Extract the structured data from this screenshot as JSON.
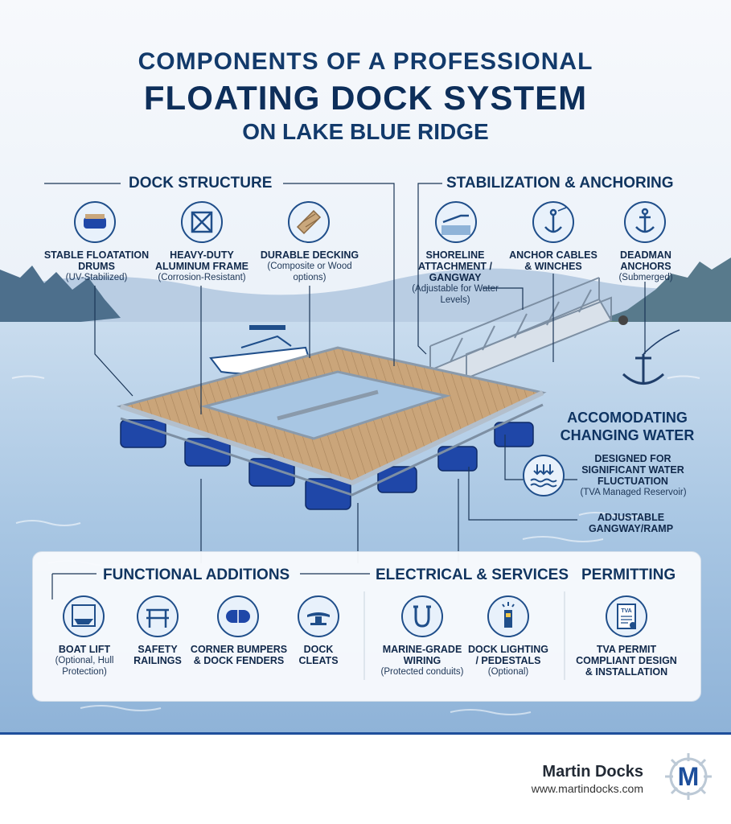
{
  "title": {
    "line1": "COMPONENTS OF A PROFESSIONAL",
    "line2": "FLOATING DOCK SYSTEM",
    "line3": "ON LAKE BLUE RIDGE"
  },
  "dock_structure": {
    "heading": "DOCK STRUCTURE",
    "items": [
      {
        "label": "STABLE FLOATATION DRUMS",
        "sub": "(UV-Stabilized)",
        "icon": "floatation-drum-icon"
      },
      {
        "label": "HEAVY-DUTY ALUMINUM FRAME",
        "sub": "(Corrosion-Resistant)",
        "icon": "aluminum-frame-icon"
      },
      {
        "label": "DURABLE DECKING",
        "sub": "(Composite or Wood options)",
        "icon": "decking-planks-icon"
      }
    ]
  },
  "stabilization": {
    "heading": "STABILIZATION & ANCHORING",
    "items": [
      {
        "label": "SHORELINE ATTACHMENT / GANGWAY",
        "sub": "(Adjustable for Water Levels)",
        "icon": "shoreline-gangway-icon"
      },
      {
        "label": "ANCHOR CABLES & WINCHES",
        "sub": "",
        "icon": "anchor-cable-icon"
      },
      {
        "label": "DEADMAN ANCHORS",
        "sub": "(Submerged)",
        "icon": "anchor-icon"
      }
    ]
  },
  "changing_water": {
    "heading": "ACCOMODATING CHANGING WATER",
    "item_label": "DESIGNED FOR SIGNIFICANT WATER FLUCTUATION",
    "item_sub": "(TVA Managed Reservoir)",
    "icon": "water-level-icon",
    "ramp_label": "ADJUSTABLE GANGWAY/RAMP"
  },
  "functional": {
    "heading": "FUNCTIONAL ADDITIONS",
    "items": [
      {
        "label": "BOAT LIFT",
        "sub": "(Optional, Hull Protection)",
        "icon": "boat-lift-icon"
      },
      {
        "label": "SAFETY RAILINGS",
        "sub": "",
        "icon": "railing-icon"
      },
      {
        "label": "CORNER BUMPERS & DOCK FENDERS",
        "sub": "",
        "icon": "bumper-icon"
      },
      {
        "label": "DOCK CLEATS",
        "sub": "",
        "icon": "cleat-icon"
      }
    ]
  },
  "electrical": {
    "heading": "ELECTRICAL & SERVICES",
    "items": [
      {
        "label": "MARINE-GRADE WIRING",
        "sub": "(Protected conduits)",
        "icon": "wiring-icon"
      },
      {
        "label": "DOCK LIGHTING / PEDESTALS",
        "sub": "(Optional)",
        "icon": "light-pedestal-icon"
      }
    ]
  },
  "permitting": {
    "heading": "PERMITTING",
    "items": [
      {
        "label": "TVA PERMIT COMPLIANT DESIGN & INSTALLATION",
        "sub": "",
        "icon": "permit-document-icon",
        "badge": "TVA"
      }
    ]
  },
  "footer": {
    "brand": "Martin Docks",
    "url": "www.martindocks.com",
    "logo_letter": "M"
  },
  "colors": {
    "navy": "#0f2a4d",
    "accent_blue": "#1f4e8a",
    "drum_blue": "#1f47a8",
    "deck_tan": "#c9a77c",
    "water": "#a9c7e4"
  }
}
